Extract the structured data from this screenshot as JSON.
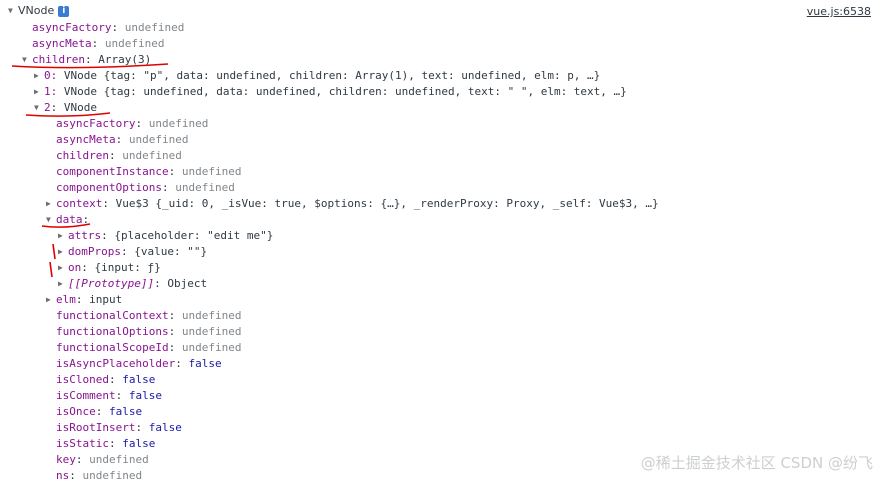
{
  "header": {
    "title": "VNode",
    "source": "vue.js:6538"
  },
  "lines": [
    {
      "k": "asyncFactory",
      "v": "undefined",
      "t": "undef"
    },
    {
      "k": "asyncMeta",
      "v": "undefined",
      "t": "undef"
    },
    {
      "k": "children",
      "v": "Array(3)",
      "t": "plain"
    },
    {
      "pre": "0: ",
      "summary": "VNode {tag: \"p\", data: undefined, children: Array(1), text: undefined, elm: p, …}"
    },
    {
      "pre": "1: ",
      "summary": "VNode {tag: undefined, data: undefined, children: undefined, text: \" \", elm: text, …}"
    },
    {
      "k": "2",
      "v": "VNode",
      "t": "plain"
    },
    {
      "k": "asyncFactory",
      "v": "undefined",
      "t": "undef"
    },
    {
      "k": "asyncMeta",
      "v": "undefined",
      "t": "undef"
    },
    {
      "k": "children",
      "v": "undefined",
      "t": "undef"
    },
    {
      "k": "componentInstance",
      "v": "undefined",
      "t": "undef"
    },
    {
      "k": "componentOptions",
      "v": "undefined",
      "t": "undef"
    },
    {
      "k": "context",
      "v": "Vue$3 {_uid: 0, _isVue: true, $options: {…}, _renderProxy: Proxy, _self: Vue$3, …}",
      "t": "plain"
    },
    {
      "k": "data",
      "v": "",
      "t": "plain"
    },
    {
      "k": "attrs",
      "v": "{placeholder: \"edit me\"}",
      "t": "plain"
    },
    {
      "k": "domProps",
      "v": "{value: \"\"}",
      "t": "plain"
    },
    {
      "k": "on",
      "v": "{input: ƒ}",
      "t": "plain"
    },
    {
      "k": "[[Prototype]]",
      "v": "Object",
      "t": "plain"
    },
    {
      "k": "elm",
      "v": "input",
      "t": "plain"
    },
    {
      "k": "functionalContext",
      "v": "undefined",
      "t": "undef"
    },
    {
      "k": "functionalOptions",
      "v": "undefined",
      "t": "undef"
    },
    {
      "k": "functionalScopeId",
      "v": "undefined",
      "t": "undef"
    },
    {
      "k": "isAsyncPlaceholder",
      "v": "false",
      "t": "kw"
    },
    {
      "k": "isCloned",
      "v": "false",
      "t": "kw"
    },
    {
      "k": "isComment",
      "v": "false",
      "t": "kw"
    },
    {
      "k": "isOnce",
      "v": "false",
      "t": "kw"
    },
    {
      "k": "isRootInsert",
      "v": "false",
      "t": "kw"
    },
    {
      "k": "isStatic",
      "v": "false",
      "t": "kw"
    },
    {
      "k": "key",
      "v": "undefined",
      "t": "undef"
    },
    {
      "k": "ns",
      "v": "undefined",
      "t": "undef"
    }
  ],
  "watermark": "@稀土掘金技术社区 CSDN @纷飞",
  "colors": {
    "annotation": "#e00000"
  }
}
